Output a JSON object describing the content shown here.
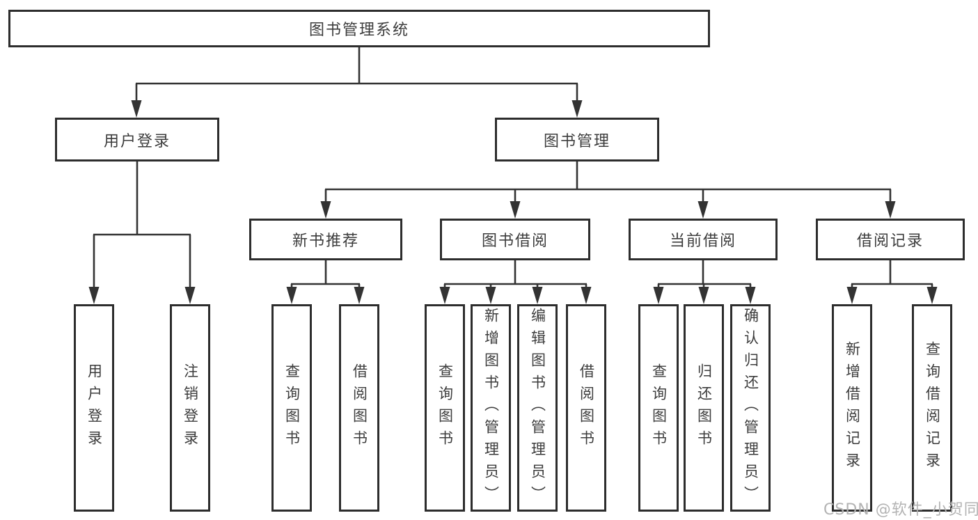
{
  "tree": {
    "root": {
      "label": "图书管理系统"
    },
    "level2": [
      {
        "label": "用户登录"
      },
      {
        "label": "图书管理"
      }
    ],
    "level3": [
      {
        "label": "新书推荐"
      },
      {
        "label": "图书借阅"
      },
      {
        "label": "当前借阅"
      },
      {
        "label": "借阅记录"
      }
    ],
    "leaves": {
      "user_login": [
        {
          "label": "用户登录"
        },
        {
          "label": "注销登录"
        }
      ],
      "new_book_recommend": [
        {
          "label": "查询图书"
        },
        {
          "label": "借阅图书"
        }
      ],
      "book_borrow": [
        {
          "label": "查询图书"
        },
        {
          "label": "新增图书（管理员）"
        },
        {
          "label": "编辑图书（管理员）"
        },
        {
          "label": "借阅图书"
        }
      ],
      "current_borrow": [
        {
          "label": "查询图书"
        },
        {
          "label": "归还图书"
        },
        {
          "label": "确认归还（管理员）"
        }
      ],
      "borrow_record": [
        {
          "label": "新增借阅记录"
        },
        {
          "label": "查询借阅记录"
        }
      ]
    }
  },
  "watermark": {
    "text": "CSDN @软件_小贺同学"
  },
  "colors": {
    "border": "#2d2d2d",
    "line": "#333333",
    "text": "#3c3c3c",
    "watermark": "#b3b3b3",
    "background": "#ffffff"
  }
}
